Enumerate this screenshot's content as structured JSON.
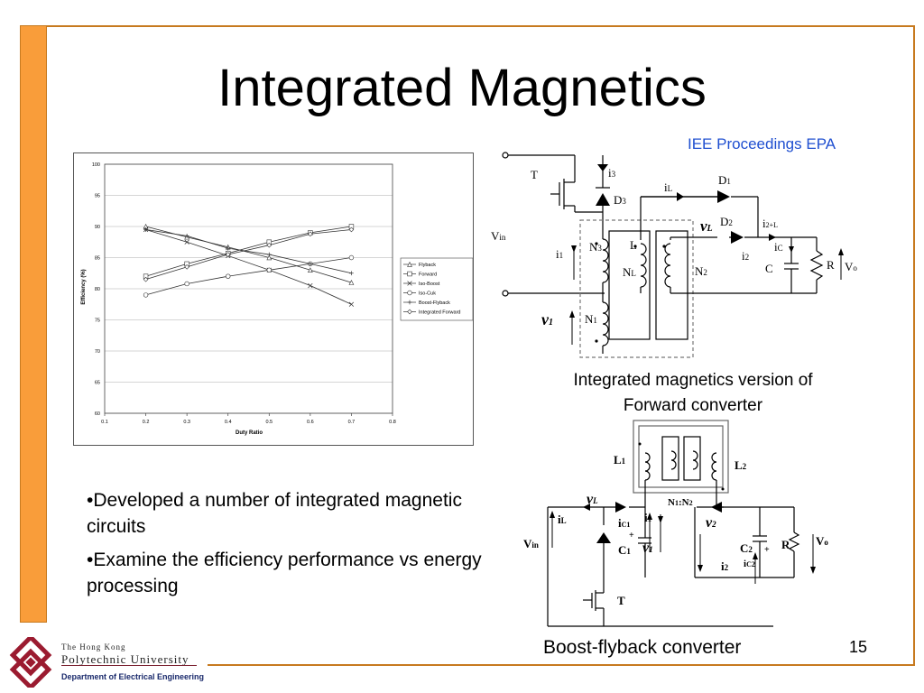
{
  "slide": {
    "title": "Integrated Magnetics",
    "source": "IEE Proceedings EPA",
    "page_number": "15",
    "bullets": [
      "•Developed a number of integrated magnetic circuits",
      "•Examine the efficiency performance vs energy processing"
    ],
    "caption_forward_line1": "Integrated magnetics version of",
    "caption_forward_line2": "Forward converter",
    "caption_flyback": "Boost-flyback converter"
  },
  "footer": {
    "university_line1": "The Hong Kong",
    "university_line2": "Polytechnic University",
    "department": "Department of Electrical Engineering"
  },
  "circuit_forward": {
    "T": "T",
    "Vin": "V",
    "Vin_sub": "in",
    "i3": "i",
    "i3_sub": "3",
    "D3": "D",
    "D3_sub": "3",
    "iL": "i",
    "iL_sub": "L",
    "D1": "D",
    "D1_sub": "1",
    "vL": "v",
    "vL_sub": "L",
    "D2": "D",
    "D2_sub": "2",
    "i2L": "i",
    "i2L_sub": "2+L",
    "N3": "N",
    "N3_sub": "3",
    "L": "L",
    "i1": "i",
    "i1_sub": "1",
    "NL": "N",
    "NL_sub": "L",
    "N2": "N",
    "N2_sub": "2",
    "i2": "i",
    "i2_sub": "2",
    "iC": "i",
    "iC_sub": "C",
    "C": "C",
    "R": "R",
    "Vo": "V",
    "Vo_sub": "o",
    "v1": "v",
    "v1_sub": "1",
    "N1": "N",
    "N1_sub": "1"
  },
  "circuit_flyback": {
    "L1": "L",
    "L1_sub": "1",
    "L2": "L",
    "L2_sub": "2",
    "vL": "v",
    "vL_sub": "L",
    "N1N2": "N",
    "N1N2_mid": "1",
    "N1N2_end": ":N",
    "N1N2_sub": "2",
    "iL": "i",
    "iL_sub": "L",
    "iC1": "i",
    "iC1_sub": "C1",
    "i1": "i",
    "i1_sub": "1",
    "v2": "v",
    "v2_sub": "2",
    "Vin": "V",
    "Vin_sub": "in",
    "C1": "C",
    "C1_sub": "1",
    "v1": "v",
    "v1_sub": "1",
    "plus": "+",
    "C2": "C",
    "C2_sub": "2",
    "R": "R",
    "Vo": "V",
    "Vo_sub": "o",
    "i2": "i",
    "i2_sub": "2",
    "iC2": "i",
    "iC2_sub": "C2",
    "T": "T"
  },
  "chart_data": {
    "type": "line",
    "title": "",
    "xlabel": "Duty Ratio",
    "ylabel": "Efficiency (%)",
    "xlim": [
      0.1,
      0.8
    ],
    "ylim": [
      60,
      100
    ],
    "x_ticks": [
      "0.1",
      "0.2",
      "0.3",
      "0.4",
      "0.5",
      "0.6",
      "0.7",
      "0.8"
    ],
    "y_ticks": [
      "60",
      "65",
      "70",
      "75",
      "80",
      "85",
      "90",
      "95",
      "100"
    ],
    "grid": true,
    "legend_position": "right",
    "x": [
      0.2,
      0.3,
      0.4,
      0.5,
      0.6,
      0.7
    ],
    "series": [
      {
        "name": "Flyback",
        "marker": "triangle",
        "values": [
          90.0,
          88.3,
          86.7,
          85.0,
          83.0,
          81.0
        ]
      },
      {
        "name": "Forward",
        "marker": "square",
        "values": [
          82.0,
          84.0,
          85.7,
          87.5,
          89.0,
          90.0
        ]
      },
      {
        "name": "Iso-Boost",
        "marker": "x",
        "values": [
          89.5,
          87.5,
          85.3,
          83.0,
          80.5,
          77.5
        ]
      },
      {
        "name": "Iso-Cuk",
        "marker": "circle",
        "values": [
          79.0,
          80.8,
          82.0,
          83.0,
          84.0,
          85.0
        ]
      },
      {
        "name": "Boost-Flyback",
        "marker": "cross",
        "values": [
          89.5,
          88.5,
          86.5,
          85.5,
          84.0,
          82.5
        ]
      },
      {
        "name": "Integrated Forward",
        "marker": "diamond",
        "values": [
          81.5,
          83.5,
          85.5,
          87.0,
          88.8,
          89.5
        ]
      }
    ]
  }
}
